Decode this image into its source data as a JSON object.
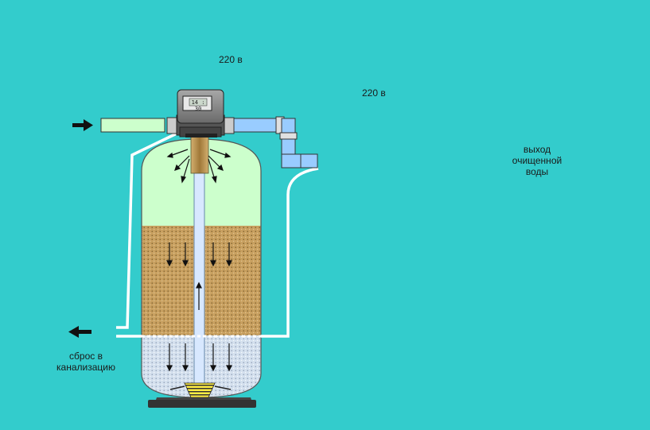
{
  "labels": {
    "power_filter1": "220 в",
    "power_filter2": "220 в",
    "drain": "сброс в канализацию",
    "drain_line1": "сброс в",
    "drain_line2": "канализацию",
    "outlet_line1": "выход",
    "outlet_line2": "очищенной",
    "outlet_line3": "воды",
    "clock": "14 : 30"
  },
  "colors": {
    "background": "#33cccc",
    "pipe": "#99ccff",
    "inlet_pipe": "#ccffcc",
    "tank_top_green": "#ccffcc",
    "tank_media_brown": "#c8a060",
    "tank_bottom": "#b8d0e8",
    "tank2_top": "#aaccff",
    "tank2_media": "#d8e4f0",
    "drain_line": "#ffffff",
    "collector": "#ffee44"
  },
  "icons": [
    "inlet-arrow-icon",
    "outlet-arrow-icon",
    "drain-arrow-icon",
    "valve-handle-icon",
    "power-plug-icon"
  ]
}
